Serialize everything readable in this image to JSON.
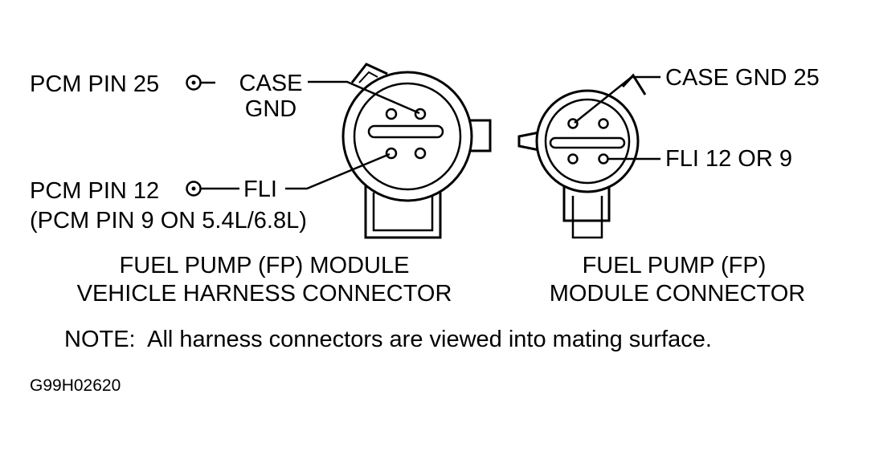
{
  "left_connector": {
    "pcm_pin_25": "PCM PIN 25",
    "case_line1": "CASE",
    "case_line2": "GND",
    "pcm_pin_12": "PCM PIN 12",
    "fli": "FLI",
    "pcm_pin_9_note": "(PCM PIN 9 ON 5.4L/6.8L)",
    "caption_line1": "FUEL PUMP (FP) MODULE",
    "caption_line2": "VEHICLE HARNESS CONNECTOR"
  },
  "right_connector": {
    "case_gnd": "CASE GND 25",
    "fli": "FLI 12 OR 9",
    "caption_line1": "FUEL PUMP (FP)",
    "caption_line2": "MODULE CONNECTOR"
  },
  "note": "NOTE:  All harness connectors are viewed into mating surface.",
  "figure_id": "G99H02620"
}
